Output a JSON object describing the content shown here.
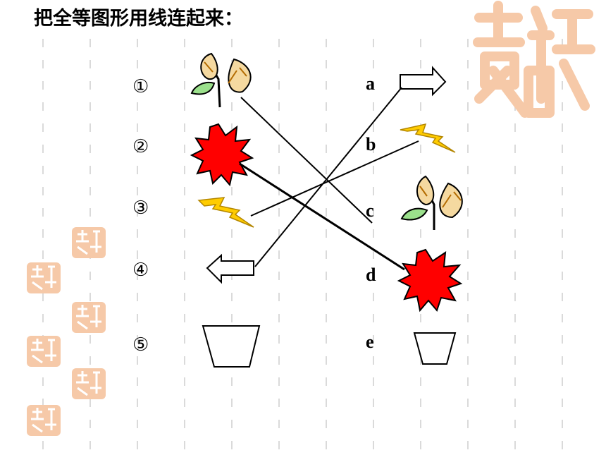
{
  "title": "把全等图形用线连起来：",
  "left_items": [
    {
      "label": "①",
      "shape": "leaf"
    },
    {
      "label": "②",
      "shape": "red-starburst"
    },
    {
      "label": "③",
      "shape": "lightning-bolt"
    },
    {
      "label": "④",
      "shape": "left-arrow"
    },
    {
      "label": "⑤",
      "shape": "trapezoid-cup"
    }
  ],
  "right_items": [
    {
      "label": "a",
      "shape": "right-arrow"
    },
    {
      "label": "b",
      "shape": "lightning-bolt"
    },
    {
      "label": "c",
      "shape": "leaf"
    },
    {
      "label": "d",
      "shape": "red-starburst"
    },
    {
      "label": "e",
      "shape": "trapezoid-cup"
    }
  ],
  "connections": [
    {
      "from": "①",
      "to": "c"
    },
    {
      "from": "②",
      "to": "d"
    },
    {
      "from": "③",
      "to": "b"
    },
    {
      "from": "④",
      "to": "a"
    }
  ],
  "colors": {
    "starburst": "#ff0000",
    "lightning": "#ffcc00",
    "leaf_outline": "#000000",
    "leaf_fill": "#f5d9a0",
    "seal": "#f6c9a8"
  }
}
